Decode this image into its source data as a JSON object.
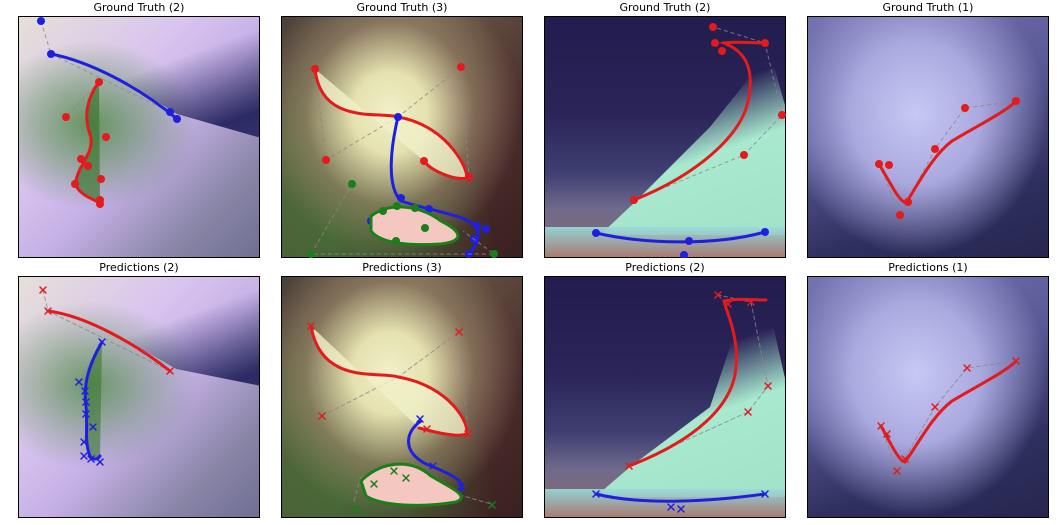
{
  "panels": [
    {
      "title": "Ground Truth (2)"
    },
    {
      "title": "Ground Truth (3)"
    },
    {
      "title": "Ground Truth (2)"
    },
    {
      "title": "Ground Truth (1)"
    },
    {
      "title": "Predictions (2)"
    },
    {
      "title": "Predictions (3)"
    },
    {
      "title": "Predictions (2)"
    },
    {
      "title": "Predictions (1)"
    }
  ],
  "colors": {
    "curve_red": "#e41a1c",
    "curve_blue": "#1f1fe0",
    "curve_green": "#1a7f1a",
    "control_polygon": "#888888"
  }
}
